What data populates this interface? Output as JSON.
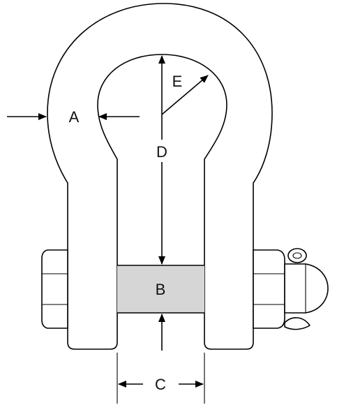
{
  "labels": {
    "a": "A",
    "b": "B",
    "c": "C",
    "d": "D",
    "e": "E"
  },
  "colors": {
    "outline": "#000000",
    "fill": "#ffffff",
    "shade": "#d6d6d6"
  }
}
